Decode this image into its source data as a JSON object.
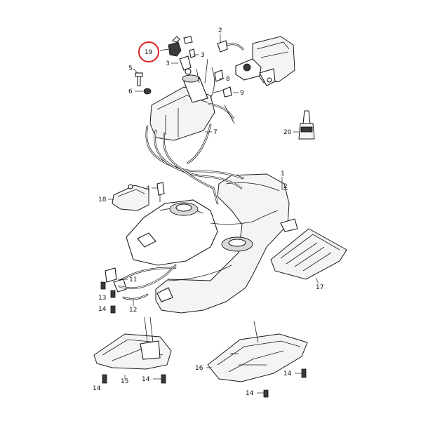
{
  "callouts": {
    "c1": "1",
    "c2a": "2",
    "c2b": "2",
    "c3a": "3",
    "c3b": "3",
    "c4": "4",
    "c5": "5",
    "c6": "6",
    "c7": "7",
    "c8": "8",
    "c9": "9",
    "c11": "11",
    "c12": "12",
    "c13": "13",
    "c14a": "14",
    "c14b": "14",
    "c14c": "14",
    "c14d": "14",
    "c15": "15",
    "c16": "16",
    "c17": "17",
    "c18": "18",
    "c19": "19",
    "c20": "20"
  },
  "highlighted_callout": "19",
  "highlight_color": "#d62020"
}
